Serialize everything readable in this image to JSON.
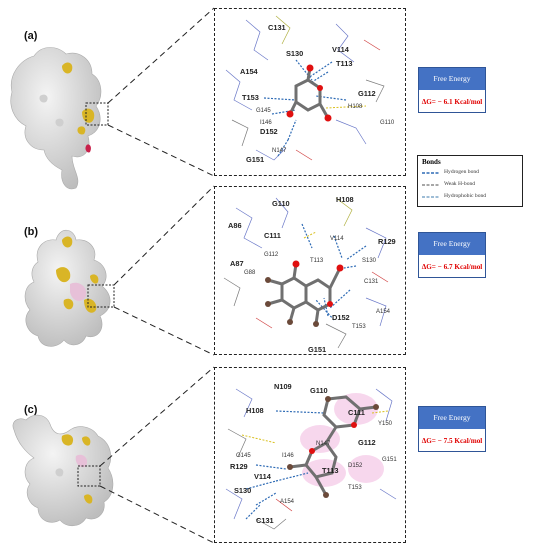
{
  "panels": [
    {
      "label": "(a)",
      "energy_title": "Free Energy",
      "energy_value": "ΔG= − 6.1 Kcal/mol",
      "residues": [
        "C131",
        "S130",
        "V114",
        "T113",
        "A154",
        "G112",
        "T153",
        "H108",
        "G145",
        "I146",
        "D152",
        "G110",
        "N147",
        "G151"
      ]
    },
    {
      "label": "(b)",
      "energy_title": "Free Energy",
      "energy_value": "ΔG= − 6.7 Kcal/mol",
      "residues": [
        "G110",
        "H108",
        "A86",
        "C111",
        "V114",
        "R129",
        "A87",
        "G112",
        "S130",
        "G88",
        "T113",
        "C131",
        "A154",
        "D152",
        "T153",
        "G151"
      ]
    },
    {
      "label": "(c)",
      "energy_title": "Free Energy",
      "energy_value": "ΔG= − 7.5 Kcal/mol",
      "residues": [
        "N109",
        "G110",
        "H108",
        "C111",
        "Y150",
        "N147",
        "G112",
        "G145",
        "I146",
        "D152",
        "G151",
        "R129",
        "V114",
        "T113",
        "T153",
        "S130",
        "A154",
        "C131"
      ]
    }
  ],
  "legend": {
    "title": "Bonds",
    "items": [
      {
        "label": "Hydrogen bond",
        "color": "#2e6bb5"
      },
      {
        "label": "Weak H-bond",
        "color": "#8a8a8a"
      },
      {
        "label": "Hydrophobic bond",
        "color": "#7fa7c9"
      }
    ]
  },
  "colors": {
    "protein_surface": "#e6e6e6",
    "binding_site": "#d9b526",
    "ligand": "#707070",
    "oxygen": "#e01010",
    "energy_header": "#4472c4",
    "energy_value": "#e00000"
  }
}
